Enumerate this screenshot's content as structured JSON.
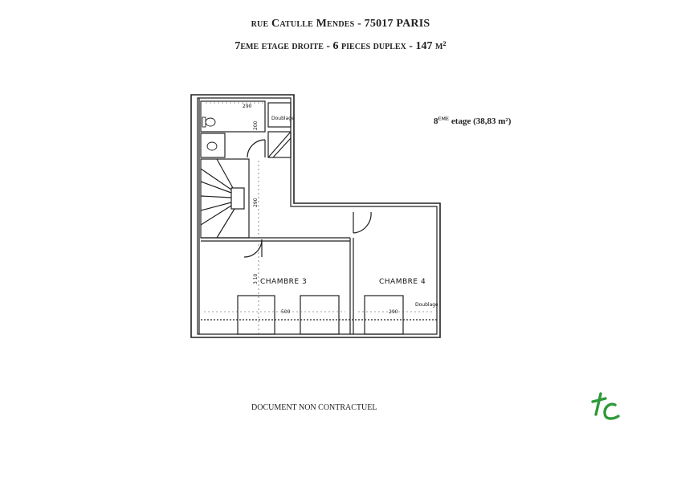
{
  "header": {
    "address": "rue Catulle Mendes - 75017 PARIS",
    "subtitle": "7eme etage droite - 6 pieces duplex - 147 m²"
  },
  "floor": {
    "label_prefix": "8",
    "label_sup": "EME",
    "label_rest": " etage (38,83 m²)"
  },
  "rooms": {
    "chambre3": "CHAMBRE 3",
    "chambre4": "CHAMBRE 4"
  },
  "dimensions": {
    "top_wall": "290",
    "wc_height": "200",
    "hall_height": "290",
    "ch3_height": "3 10",
    "ch3_width": "500",
    "ch4_width": "290"
  },
  "annotations": {
    "doublage_top": "Doublage",
    "doublage_ch4": "Doublage"
  },
  "footer": {
    "disclaimer": "DOCUMENT NON CONTRACTUEL"
  },
  "logo": {
    "icon": "tc-logo-icon",
    "color": "#2e9a3a"
  }
}
